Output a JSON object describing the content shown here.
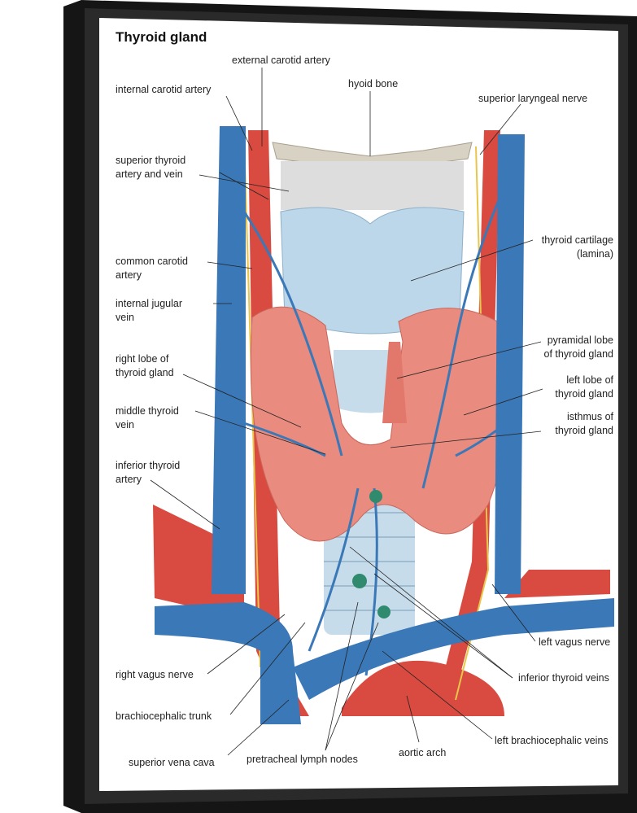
{
  "title": "Thyroid gland",
  "colors": {
    "vein": "#3b78b8",
    "artery": "#d94a40",
    "thyroid": "#e98b7e",
    "cartilage": "#bcd6ea",
    "hyoid": "#d8d2c4",
    "nerve": "#e8c64a",
    "frame": "#151515"
  },
  "labels": {
    "external_carotid_artery": "external carotid artery",
    "internal_carotid_artery": "internal carotid artery",
    "hyoid_bone": "hyoid bone",
    "superior_laryngeal_nerve": "superior laryngeal nerve",
    "superior_thyroid_1": "superior thyroid",
    "superior_thyroid_2": "artery and vein",
    "common_carotid_1": "common carotid",
    "common_carotid_2": "artery",
    "internal_jugular_1": "internal jugular",
    "internal_jugular_2": "vein",
    "thyroid_cartilage_1": "thyroid cartilage",
    "thyroid_cartilage_2": "(lamina)",
    "right_lobe_1": "right lobe of",
    "right_lobe_2": "thyroid gland",
    "pyramidal_lobe_1": "pyramidal lobe",
    "pyramidal_lobe_2": "of thyroid gland",
    "middle_thyroid_1": "middle thyroid",
    "middle_thyroid_2": "vein",
    "left_lobe_1": "left lobe of",
    "left_lobe_2": "thyroid gland",
    "isthmus_1": "isthmus of",
    "isthmus_2": "thyroid gland",
    "inferior_thyroid_artery_1": "inferior thyroid",
    "inferior_thyroid_artery_2": "artery",
    "left_vagus_nerve": "left vagus nerve",
    "right_vagus_nerve": "right vagus nerve",
    "inferior_thyroid_veins": "inferior thyroid veins",
    "brachiocephalic_trunk": "brachiocephalic trunk",
    "left_brachiocephalic_veins": "left brachiocephalic veins",
    "superior_vena_cava": "superior vena cava",
    "pretracheal_lymph_nodes": "pretracheal lymph nodes",
    "aortic_arch": "aortic arch"
  }
}
